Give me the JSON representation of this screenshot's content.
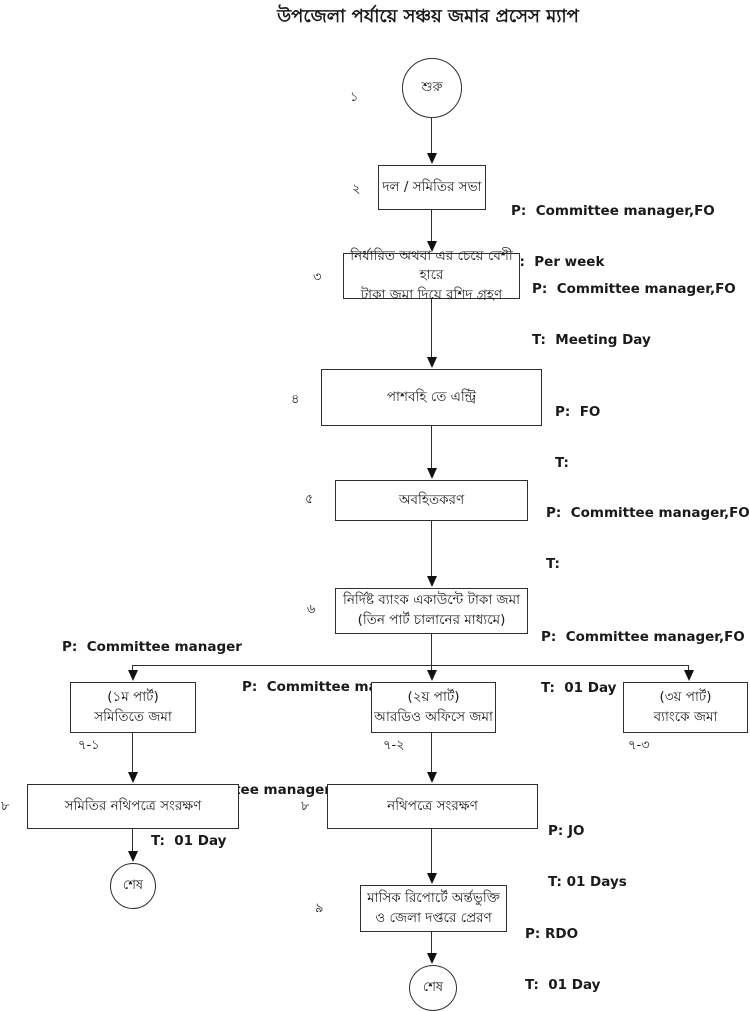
{
  "title": "উপজেলা পর্যায়ে সঞ্চয় জমার প্রসেস ম্যাপ",
  "branch": {
    "p_left": "P:  Committee manager",
    "p_mid": "P:  Committee manager"
  },
  "nodes": {
    "start": {
      "label": "শুরু",
      "num": "১"
    },
    "meeting": {
      "label": "দল / সমিতির সভা",
      "num": "২",
      "p": "P:  Committee manager,FO",
      "t": "T:  Per week"
    },
    "deposit_receipt": {
      "line1": "নির্ধারিত অথবা এর চেয়ে বেশী হারে",
      "line2": "টাকা জমা দিয়ে রশিদ গ্রহণ",
      "num": "৩",
      "p": "P:  Committee manager,FO",
      "t": "T:  Meeting Day"
    },
    "passbook_entry": {
      "label": "পাশবহি তে এন্ট্রি",
      "num": "৪",
      "p": "P:  FO",
      "t": "T:"
    },
    "notification": {
      "label": "অবহিতকরণ",
      "num": "৫",
      "p": "P:  Committee manager,FO",
      "t": "T:"
    },
    "bank_deposit": {
      "line1": "নির্দিষ্ট ব্যাংক একাউন্টে টাকা জমা",
      "line2": "(তিন পার্ট চালানের মাধ্যমে)",
      "num": "৬",
      "p": "P:  Committee manager,FO",
      "t": "T:  01 Day"
    },
    "part1": {
      "line1": "(১ম পার্ট)",
      "line2": "সমিতিতে জমা",
      "num": "৭-১",
      "p": "P:  Committee manager,FO",
      "t": "T:  01 Day"
    },
    "part2": {
      "line1": "(২য় পার্ট)",
      "line2": "আরডিও অফিসে জমা",
      "num": "৭-২"
    },
    "part3": {
      "line1": "(৩য় পার্ট)",
      "line2": "ব্যাংকে জমা",
      "num": "৭-৩"
    },
    "archive_society": {
      "label": "সমিতির নথিপত্রে সংরক্ষণ",
      "num": "৮"
    },
    "archive_office": {
      "label": "নথিপত্রে সংরক্ষণ",
      "num": "৮",
      "p": "P: JO",
      "t": "T: 01 Days"
    },
    "end_left": {
      "label": "শেষ"
    },
    "monthly_report": {
      "line1": "মাসিক রিপোর্টে অর্ন্তভুক্তি",
      "line2": "ও জেলা দপ্তরে প্রেরণ",
      "num": "৯",
      "p": "P: RDO",
      "t": "T:  01 Day"
    },
    "end_bottom": {
      "label": "শেষ"
    }
  }
}
